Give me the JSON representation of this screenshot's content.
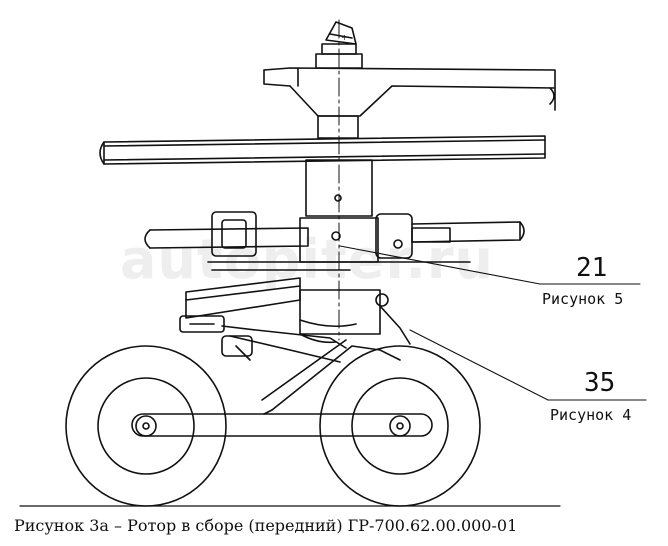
{
  "watermark": "autopiter.ru",
  "callouts": [
    {
      "number": "21",
      "reference": "Рисунок 5"
    },
    {
      "number": "35",
      "reference": "Рисунок 4"
    }
  ],
  "caption": "Рисунок 3а – Ротор в сборе (передний) ГР-700.62.00.000-01",
  "colors": {
    "ink": "#111111",
    "background": "#ffffff",
    "watermark": "#969696"
  }
}
